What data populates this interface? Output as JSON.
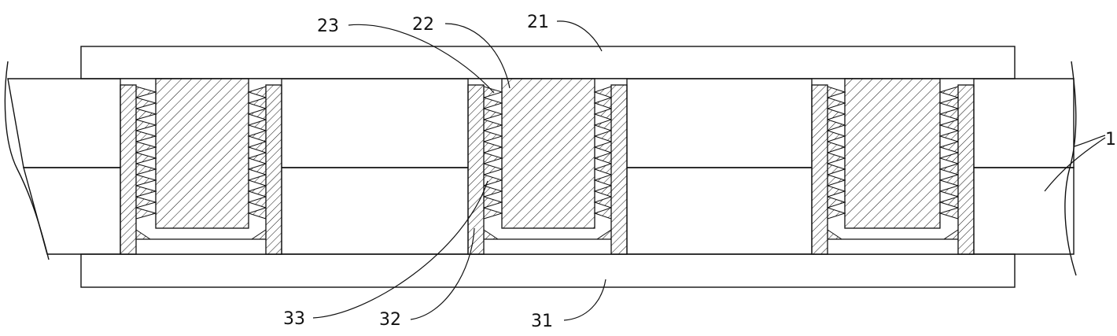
{
  "labels": {
    "l1": "1",
    "l21": "21",
    "l22": "22",
    "l23": "23",
    "l31": "31",
    "l32": "32",
    "l33": "33"
  },
  "colors": {
    "ink": "#111111",
    "paper": "#ffffff"
  }
}
